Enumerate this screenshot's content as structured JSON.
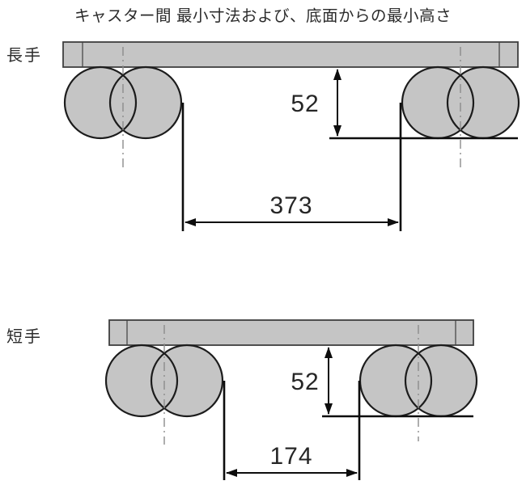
{
  "title": "キャスター間 最小寸法および、底面からの最小高さ",
  "diagram_top": {
    "label": "長手",
    "height_value": "52",
    "span_value": "373"
  },
  "diagram_bottom": {
    "label": "短手",
    "height_value": "52",
    "span_value": "174"
  },
  "colors": {
    "shape_fill": "#c5c5c5",
    "outline": "#1c1c1c",
    "bar_outline": "#3f3f3f",
    "centerline": "#8c8c8c",
    "dimension_line": "#0d0d0d",
    "text": "#262626",
    "background": "#ffffff"
  }
}
